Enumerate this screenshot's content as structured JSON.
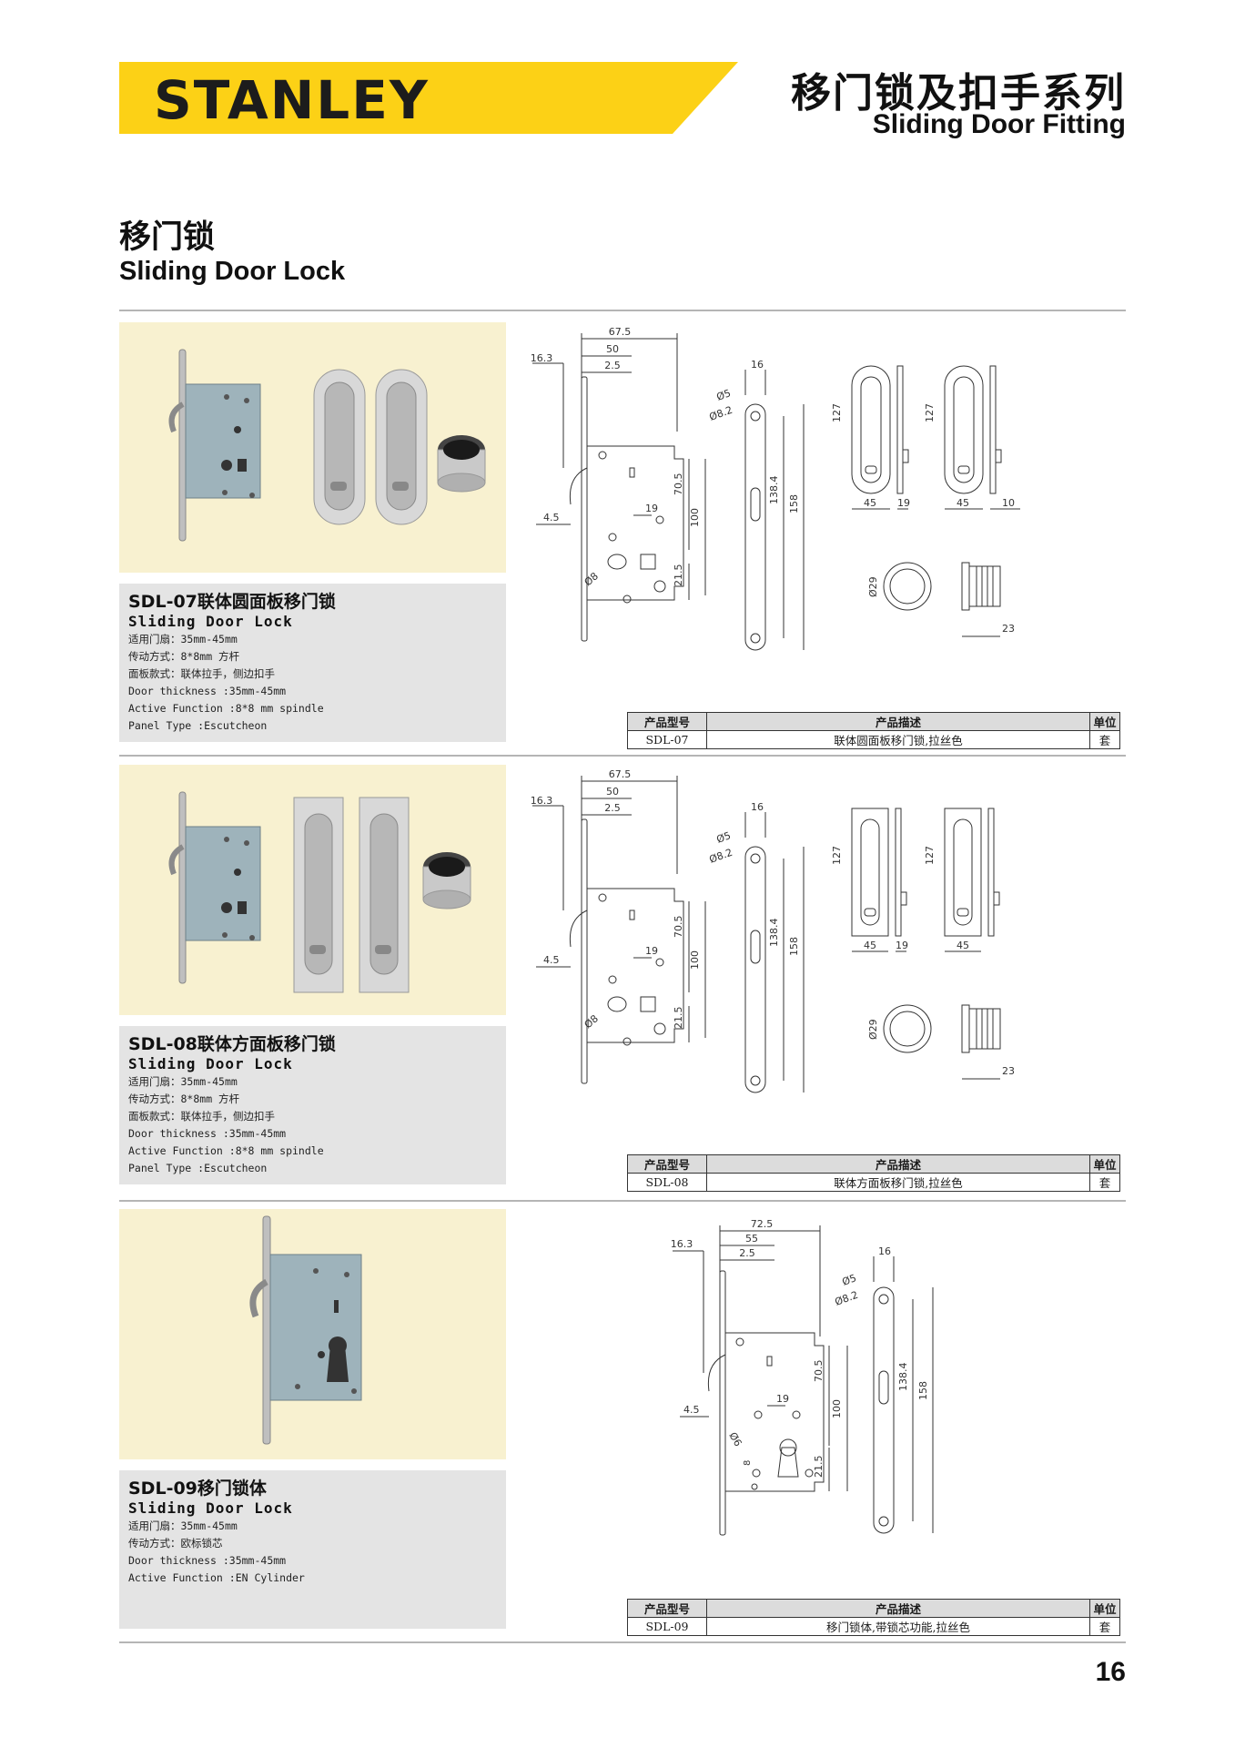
{
  "header": {
    "brand": "STANLEY",
    "series_cn": "移门锁及扣手系列",
    "series_en": "Sliding Door Fitting",
    "brand_color": "#FCD116"
  },
  "section": {
    "title_cn": "移门锁",
    "title_en": "Sliding Door Lock"
  },
  "table_headers": {
    "model": "产品型号",
    "desc": "产品描述",
    "unit": "单位"
  },
  "products": [
    {
      "title": "SDL-07联体圆面板移门锁",
      "subtitle": "Sliding Door Lock",
      "lines": [
        "适用门扇：35mm-45mm",
        "传动方式：8*8mm 方杆",
        "面板款式：联体拉手，侧边扣手",
        "Door thickness :35mm-45mm",
        "Active Function :8*8 mm spindle",
        "Panel Type :Escutcheon"
      ],
      "model": "SDL-07",
      "desc": "联体圆面板移门锁,拉丝色",
      "unit": "套",
      "dims": {
        "d1": "67.5",
        "d2": "50",
        "d3": "2.5",
        "d4": "16.3",
        "d5": "16",
        "d6": "Ø5",
        "d7": "Ø8.2",
        "d8": "70.5",
        "d9": "100",
        "d10": "138.4",
        "d11": "158",
        "d12": "19",
        "d13": "4.5",
        "d14": "Ø8",
        "d15": "21.5",
        "d16": "127",
        "d17": "127",
        "d18": "45",
        "d19": "19",
        "d20": "45",
        "d21": "10",
        "d22": "Ø29",
        "d23": "23"
      }
    },
    {
      "title": "SDL-08联体方面板移门锁",
      "subtitle": "Sliding Door Lock",
      "lines": [
        "适用门扇：35mm-45mm",
        "传动方式：8*8mm 方杆",
        "面板款式：联体拉手，侧边扣手",
        "Door thickness :35mm-45mm",
        "Active Function :8*8 mm spindle",
        "Panel Type :Escutcheon"
      ],
      "model": "SDL-08",
      "desc": "联体方面板移门锁,拉丝色",
      "unit": "套",
      "dims": {
        "d1": "67.5",
        "d2": "50",
        "d3": "2.5",
        "d4": "16.3",
        "d5": "16",
        "d6": "Ø5",
        "d7": "Ø8.2",
        "d8": "70.5",
        "d9": "100",
        "d10": "138.4",
        "d11": "158",
        "d12": "19",
        "d13": "4.5",
        "d14": "Ø8",
        "d15": "21.5",
        "d16": "127",
        "d17": "127",
        "d18": "45",
        "d19": "19",
        "d20": "45",
        "d22": "Ø29",
        "d23": "23"
      }
    },
    {
      "title": "SDL-09移门锁体",
      "subtitle": "Sliding Door Lock",
      "lines": [
        "适用门扇：35mm-45mm",
        "传动方式：欧标锁芯",
        "Door thickness :35mm-45mm",
        "Active Function :EN Cylinder"
      ],
      "model": "SDL-09",
      "desc": "移门锁体,带锁芯功能,拉丝色",
      "unit": "套",
      "dims": {
        "d1": "72.5",
        "d2": "55",
        "d3": "2.5",
        "d4": "16.3",
        "d5": "16",
        "d6": "Ø5",
        "d7": "Ø8.2",
        "d8": "70.5",
        "d9": "100",
        "d10": "138.4",
        "d11": "158",
        "d12": "19",
        "d13": "4.5",
        "d14": "Ø6",
        "d15": "21.5",
        "d24": "8"
      }
    }
  ],
  "page_number": "16"
}
